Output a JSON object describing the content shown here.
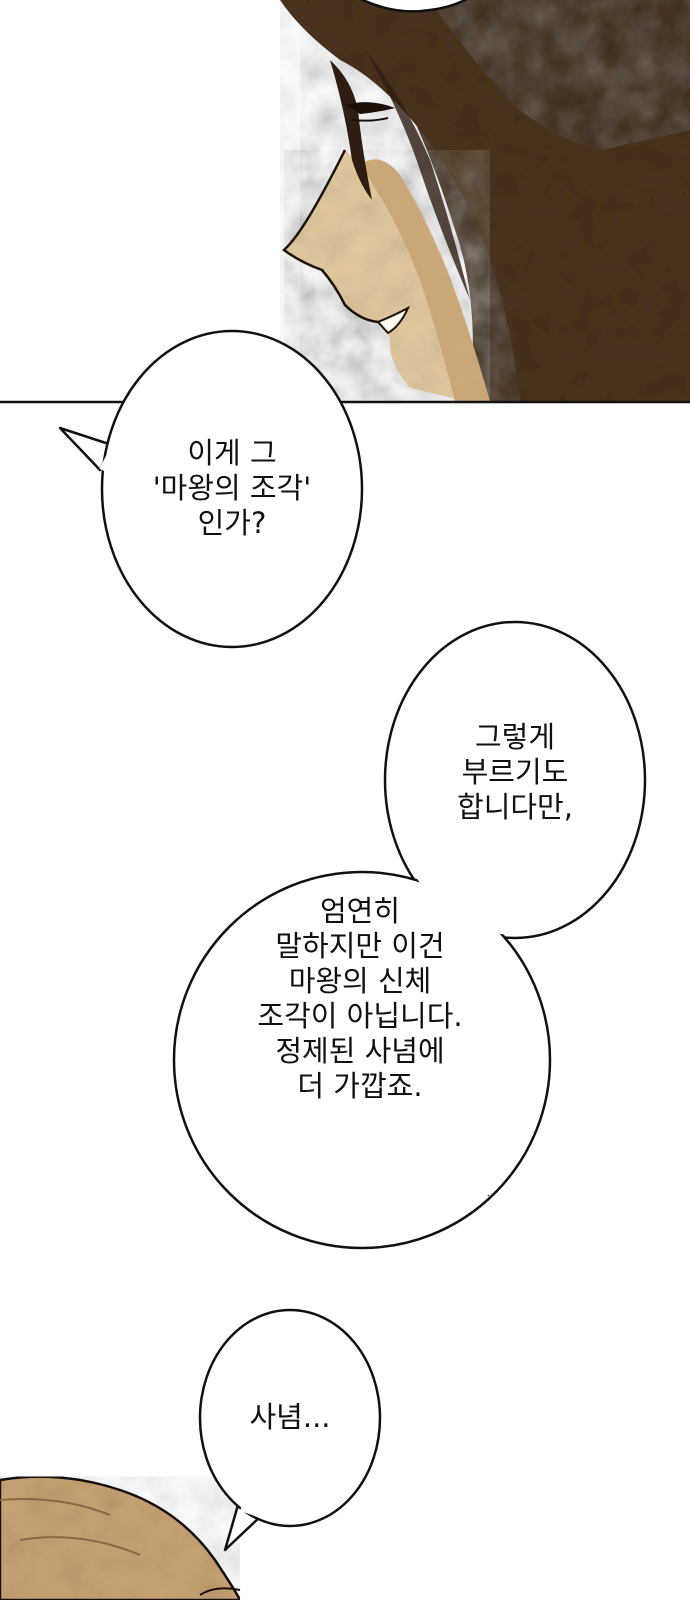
{
  "colors": {
    "panel_bg": "#ffffff",
    "ink": "#111111",
    "hair_dark": "#4a3320",
    "hair_shadow": "#2e1d10",
    "skin_light": "#e3caa0",
    "skin_tone": "#c9a474",
    "cloak": "#3a2717"
  },
  "bubbles": {
    "question": {
      "lines": [
        "이게 그",
        "'마왕의 조각'",
        "인가?"
      ]
    },
    "reply_top": {
      "lines": [
        "그렇게",
        "부르기도",
        "합니다만,"
      ]
    },
    "reply_main": {
      "lines": [
        "엄연히",
        "말하지만 이건",
        "마왕의 신체",
        "조각이 아닙니다.",
        "정제된 사념에",
        "더 가깝죠."
      ]
    },
    "murmur": {
      "lines": [
        "사념..."
      ]
    }
  }
}
